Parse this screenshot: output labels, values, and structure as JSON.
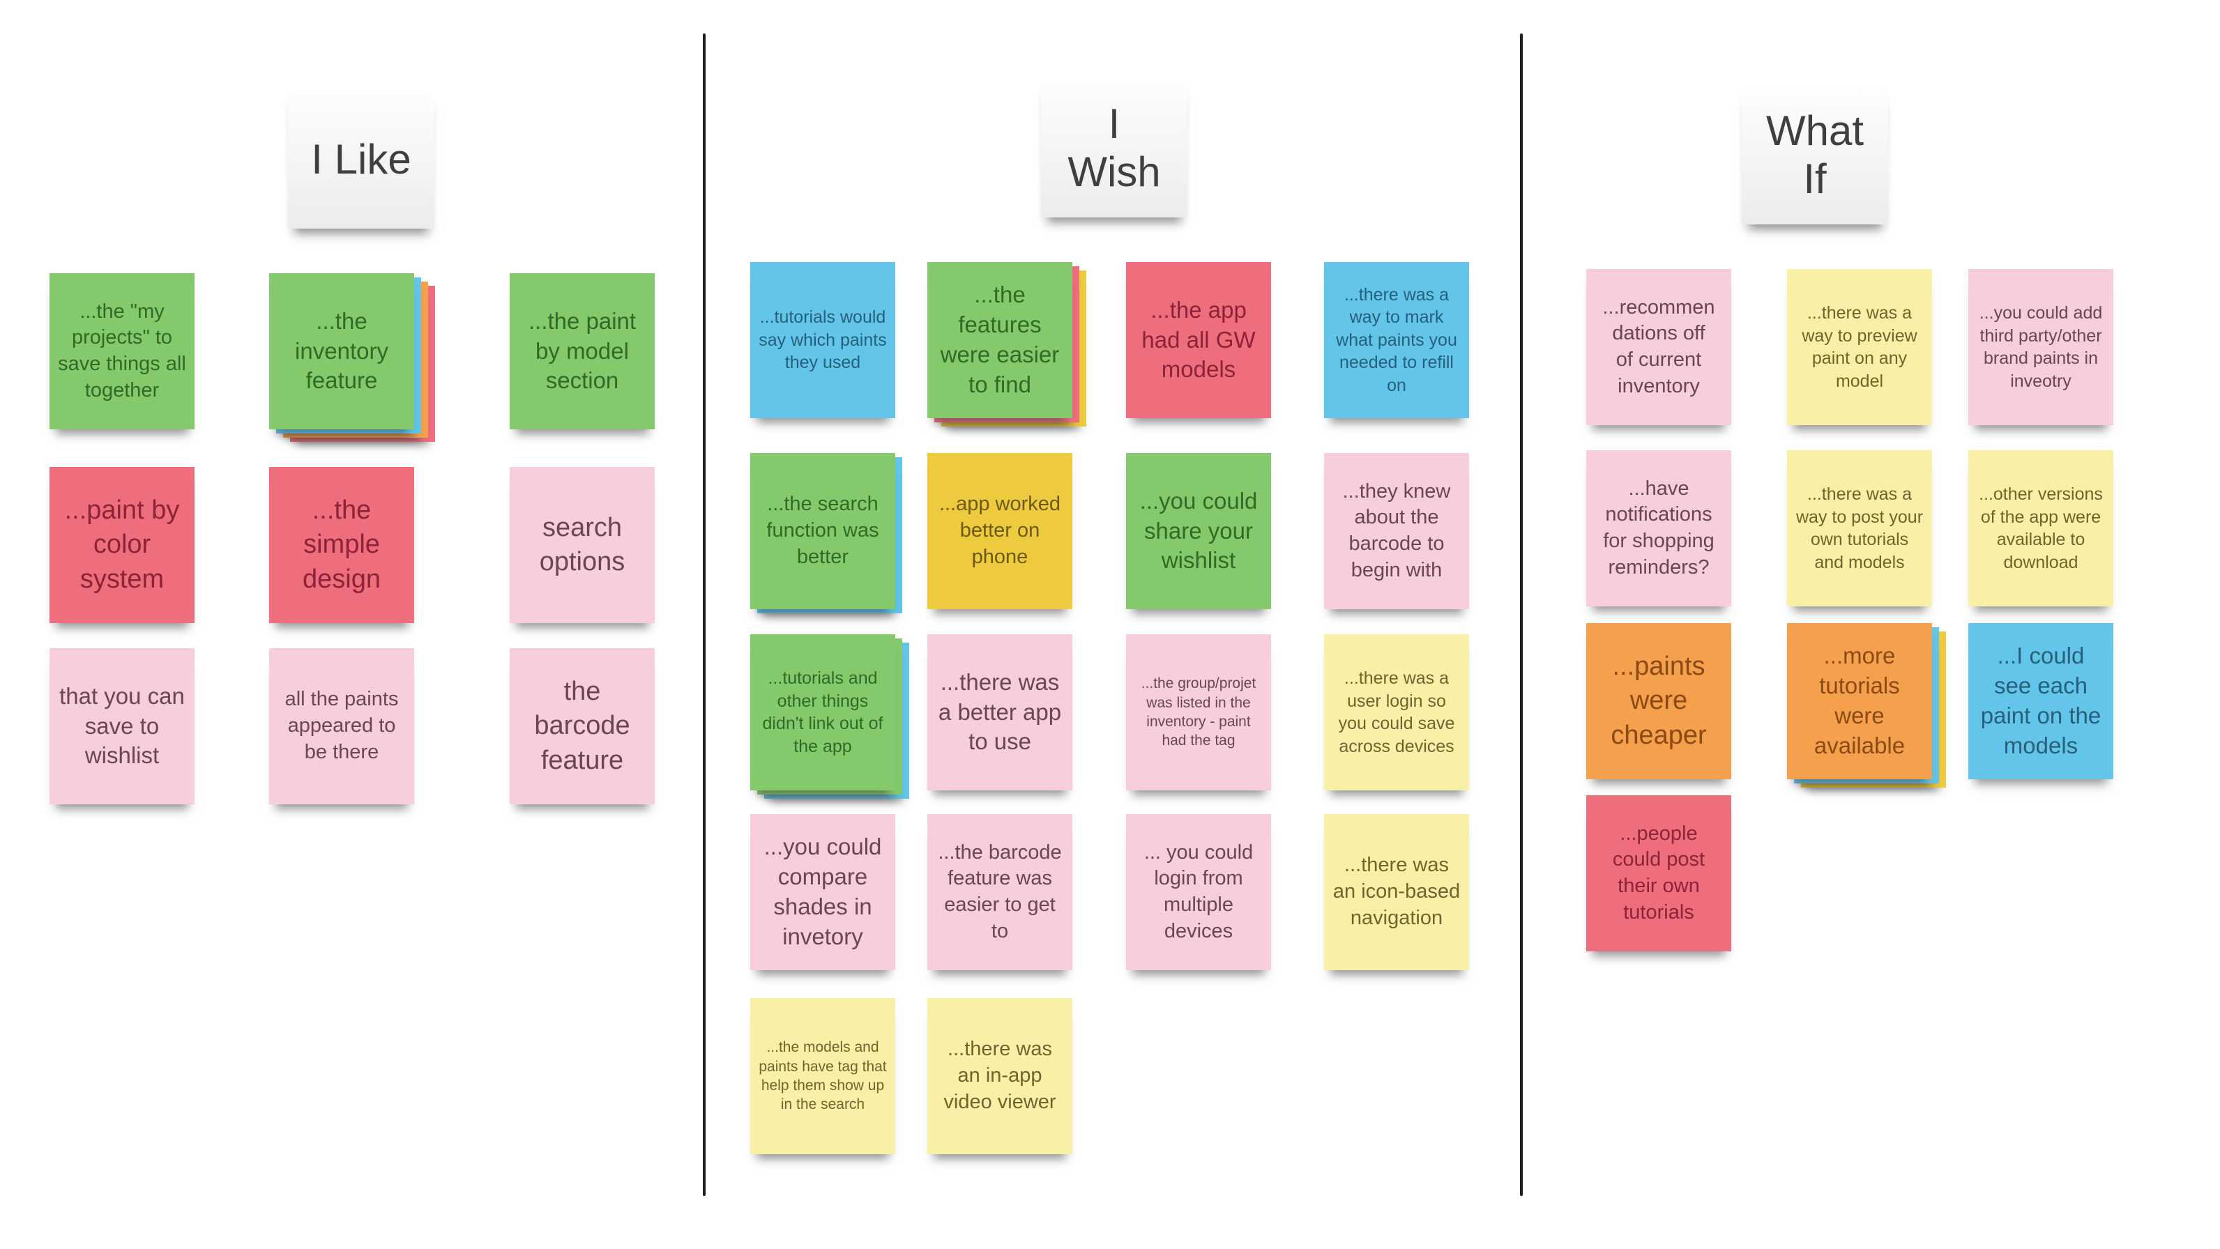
{
  "board": {
    "background": "#ffffff",
    "divider_color": "#1f1f1f"
  },
  "palette": {
    "green": {
      "bg": "#85C96D",
      "text": "#2F6B24"
    },
    "rose": {
      "bg": "#EE6E7E",
      "text": "#8C2338"
    },
    "pink": {
      "bg": "#F8CEDA",
      "text": "#6E4452"
    },
    "blue": {
      "bg": "#62C5E9",
      "text": "#26607A"
    },
    "gold": {
      "bg": "#EDCA3E",
      "text": "#6C5A11"
    },
    "paleyellow": {
      "bg": "#F8F0A6",
      "text": "#6E652C"
    },
    "orange": {
      "bg": "#F4A04D",
      "text": "#8A4A12"
    },
    "white": {
      "bg": "#F4F4F5",
      "text": "#3F3F3F"
    }
  },
  "columns": [
    {
      "id": "i-like",
      "title": "I Like",
      "notes": [
        {
          "row": 0,
          "col": 0,
          "color": "green",
          "size": "md",
          "text": "...the \"my projects\" to save things all together"
        },
        {
          "row": 0,
          "col": 1,
          "color": "green",
          "size": "lg",
          "text": "...the inventory feature",
          "stack": [
            "blue",
            "orange",
            "rose"
          ]
        },
        {
          "row": 0,
          "col": 2,
          "color": "green",
          "size": "lg",
          "text": "...the paint by model section"
        },
        {
          "row": 1,
          "col": 0,
          "color": "rose",
          "size": "xl",
          "text": "...paint by color system"
        },
        {
          "row": 1,
          "col": 1,
          "color": "rose",
          "size": "xl",
          "text": "...the simple design"
        },
        {
          "row": 1,
          "col": 2,
          "color": "pink",
          "size": "xl",
          "text": "search options"
        },
        {
          "row": 2,
          "col": 0,
          "color": "pink",
          "size": "lg",
          "text": "that you can save to wishlist"
        },
        {
          "row": 2,
          "col": 1,
          "color": "pink",
          "size": "md",
          "text": "all the paints appeared to be there"
        },
        {
          "row": 2,
          "col": 2,
          "color": "pink",
          "size": "xl",
          "text": "the barcode feature"
        }
      ]
    },
    {
      "id": "i-wish",
      "title": "I\nWish",
      "notes": [
        {
          "row": 0,
          "col": 0,
          "color": "blue",
          "size": "sm",
          "text": "...tutorials would say which paints they used"
        },
        {
          "row": 0,
          "col": 1,
          "color": "green",
          "size": "lg",
          "text": "...the features were easier to find",
          "stack": [
            "rose",
            "gold"
          ]
        },
        {
          "row": 0,
          "col": 2,
          "color": "rose",
          "size": "lg",
          "text": "...the app had all GW models"
        },
        {
          "row": 0,
          "col": 3,
          "color": "blue",
          "size": "sm",
          "text": "...there was a way to mark what paints you needed to refill on"
        },
        {
          "row": 1,
          "col": 0,
          "color": "green",
          "size": "md",
          "text": "...the search function was better",
          "stack": [
            "blue"
          ]
        },
        {
          "row": 1,
          "col": 1,
          "color": "gold",
          "size": "md",
          "text": "...app worked better on phone"
        },
        {
          "row": 1,
          "col": 2,
          "color": "green",
          "size": "lg",
          "text": "...you could share your wishlist"
        },
        {
          "row": 1,
          "col": 3,
          "color": "pink",
          "size": "md",
          "text": "...they knew about the barcode to begin with"
        },
        {
          "row": 2,
          "col": 0,
          "color": "green",
          "size": "sm",
          "text": "...tutorials and other things didn't link out of the app",
          "stack": [
            "green",
            "blue"
          ]
        },
        {
          "row": 2,
          "col": 1,
          "color": "pink",
          "size": "lg",
          "text": "...there was a better app to use"
        },
        {
          "row": 2,
          "col": 2,
          "color": "pink",
          "size": "xs",
          "text": "...the group/projet was listed in the inventory - paint had the tag"
        },
        {
          "row": 2,
          "col": 3,
          "color": "paleyellow",
          "size": "sm",
          "text": "...there was a user login so you could save across devices"
        },
        {
          "row": 3,
          "col": 0,
          "color": "pink",
          "size": "lg",
          "text": "...you could compare shades in invetory"
        },
        {
          "row": 3,
          "col": 1,
          "color": "pink",
          "size": "md",
          "text": "...the barcode feature was easier to get to"
        },
        {
          "row": 3,
          "col": 2,
          "color": "pink",
          "size": "md",
          "text": "... you could login from multiple devices"
        },
        {
          "row": 3,
          "col": 3,
          "color": "paleyellow",
          "size": "md",
          "text": "...there was an icon-based navigation"
        },
        {
          "row": 4,
          "col": 0,
          "color": "paleyellow",
          "size": "xs",
          "text": "...the models and paints have tag that help them show up in the search"
        },
        {
          "row": 4,
          "col": 1,
          "color": "paleyellow",
          "size": "md",
          "text": "...there was an in-app video viewer"
        }
      ]
    },
    {
      "id": "what-if",
      "title": "What\nIf",
      "notes": [
        {
          "row": 0,
          "col": 0,
          "color": "pink",
          "size": "md",
          "text": "...recommen\ndations off\nof current\ninventory"
        },
        {
          "row": 0,
          "col": 1,
          "color": "paleyellow",
          "size": "sm",
          "text": "...there was a way to preview paint on any model"
        },
        {
          "row": 0,
          "col": 2,
          "color": "pink",
          "size": "sm",
          "text": "...you could add third party/other brand paints in inveotry"
        },
        {
          "row": 1,
          "col": 0,
          "color": "pink",
          "size": "md",
          "text": "...have notifications for shopping reminders?"
        },
        {
          "row": 1,
          "col": 1,
          "color": "paleyellow",
          "size": "sm",
          "text": "...there was a way to post your own tutorials and models"
        },
        {
          "row": 1,
          "col": 2,
          "color": "paleyellow",
          "size": "sm",
          "text": "...other versions of the app were available to download"
        },
        {
          "row": 2,
          "col": 0,
          "color": "orange",
          "size": "xl",
          "text": "...paints were cheaper"
        },
        {
          "row": 2,
          "col": 1,
          "color": "orange",
          "size": "lg",
          "text": "...more tutorials were available",
          "stack": [
            "blue",
            "gold"
          ]
        },
        {
          "row": 2,
          "col": 2,
          "color": "blue",
          "size": "lg",
          "text": "...I could see each paint on the models"
        },
        {
          "row": 3,
          "col": 0,
          "color": "rose",
          "size": "md",
          "text": "...people could post their own tutorials"
        }
      ]
    }
  ]
}
